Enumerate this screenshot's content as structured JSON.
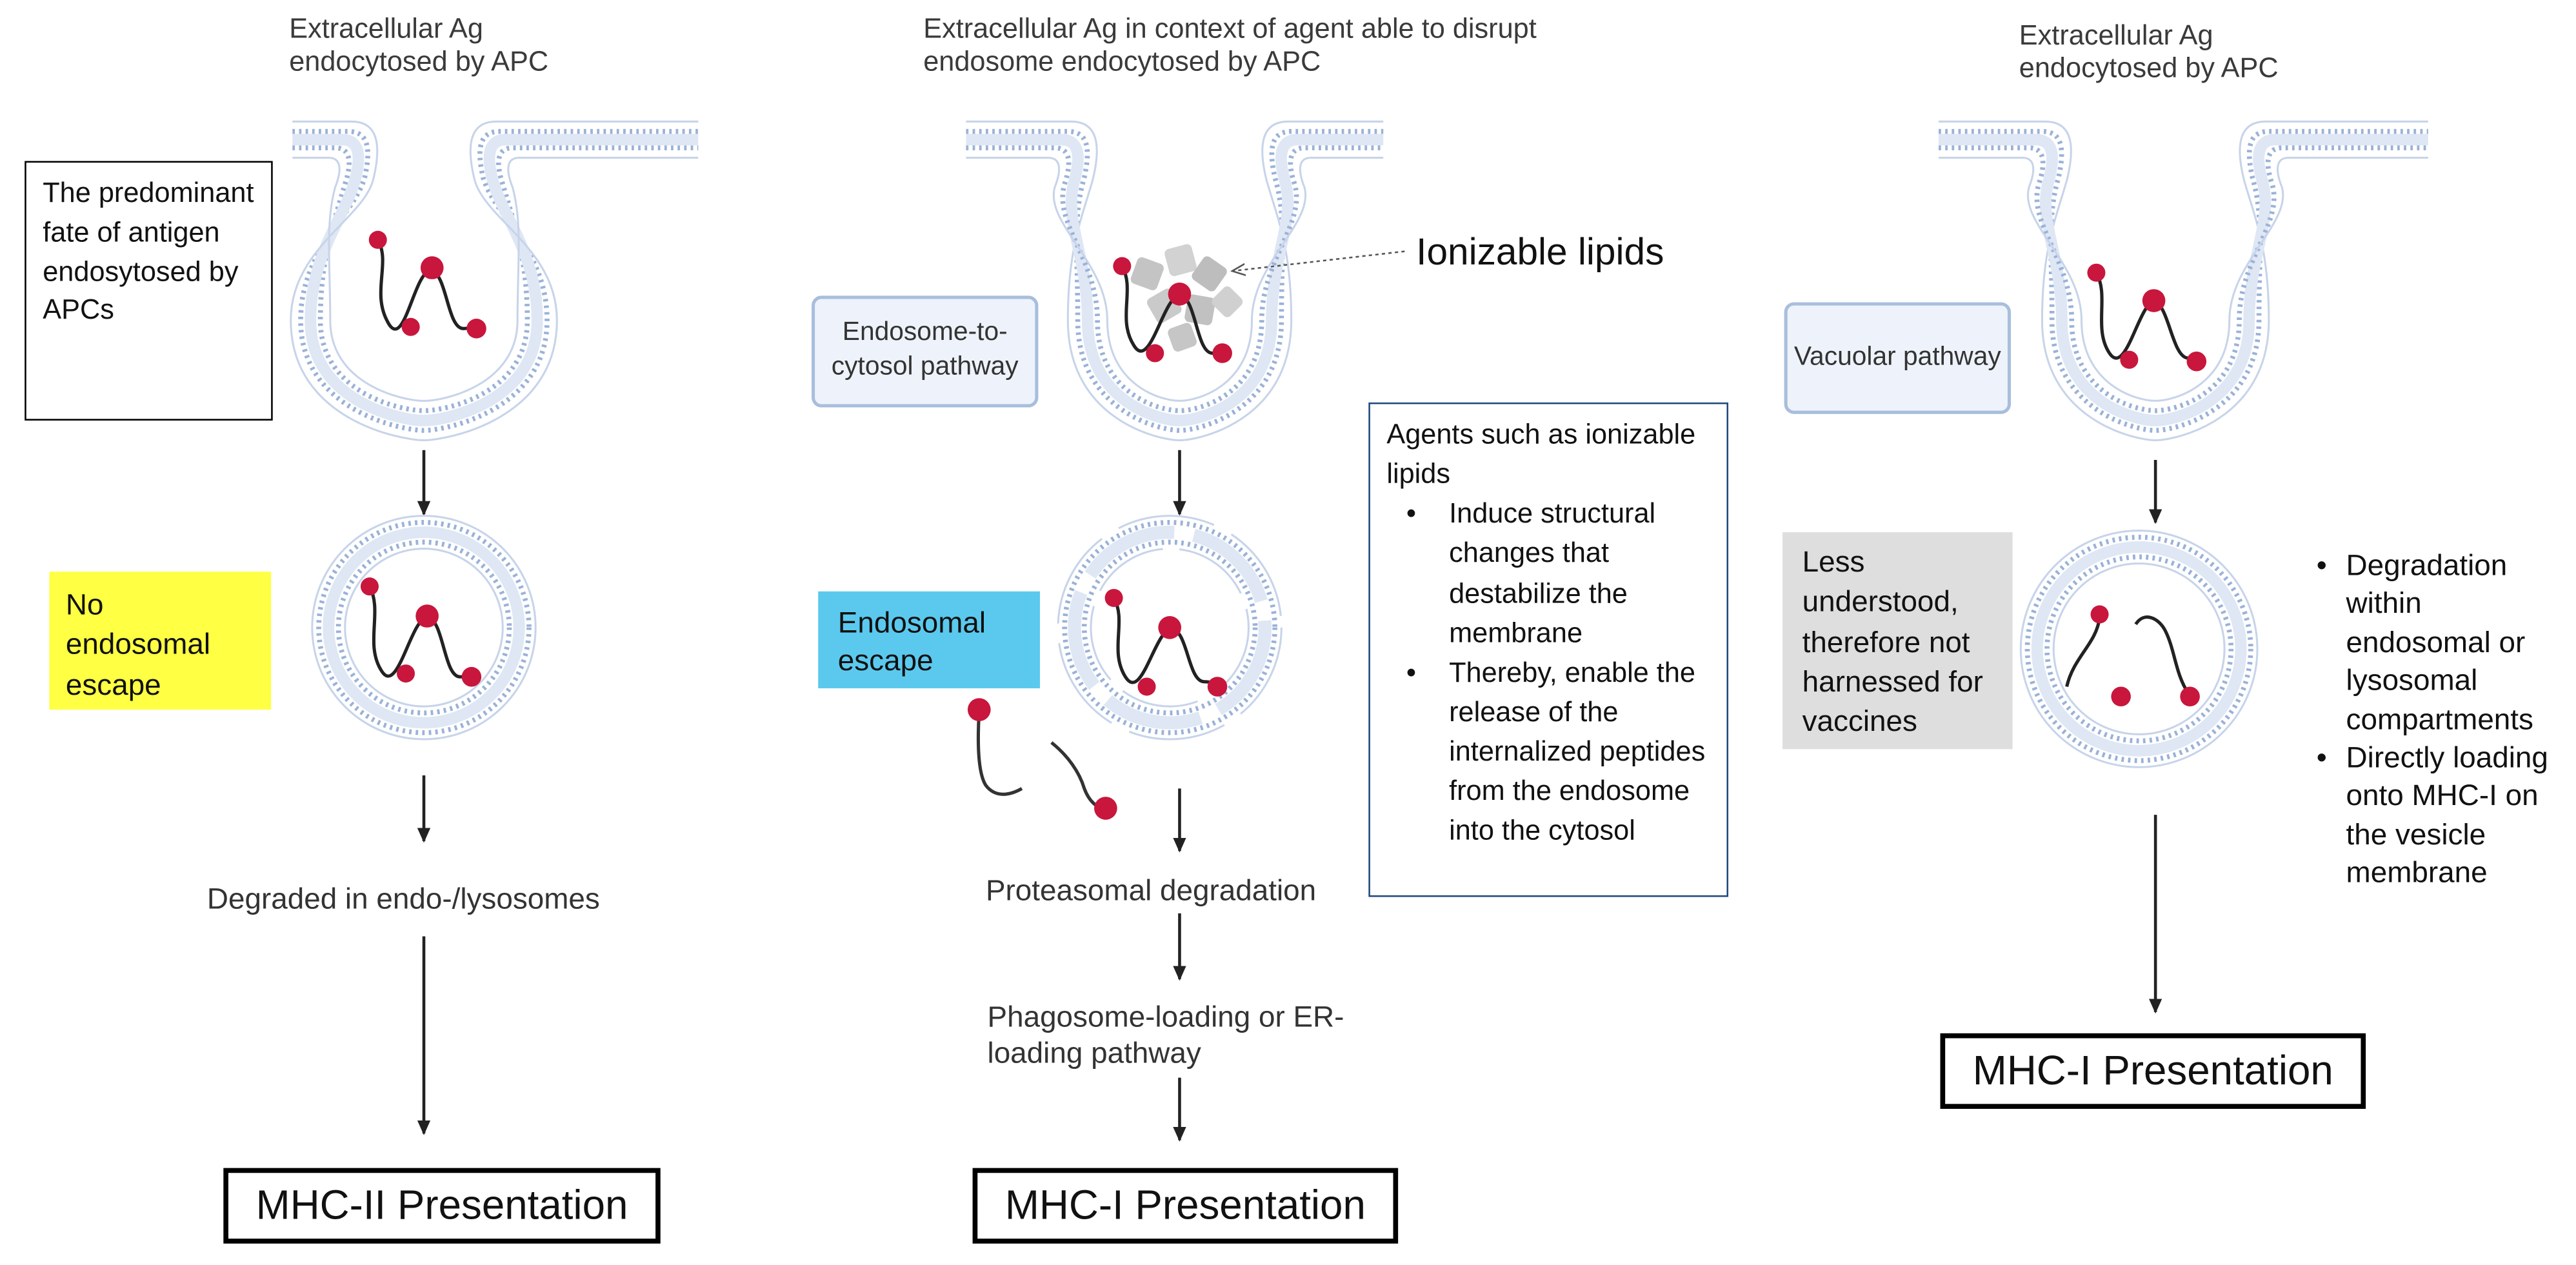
{
  "colors": {
    "membrane": "#aebfdc",
    "head": "#9bb2d8",
    "particle": "#c8163c",
    "lipid": "#c4c4c4",
    "highlight_yellow": "#ffff44",
    "highlight_blue": "#5bc9ee",
    "highlight_grey": "#dedede",
    "pathway_fill": "#eef3fb"
  },
  "panel_left": {
    "header": "Extracellular Ag endocytosed by APC",
    "note": "The predominant fate of antigen endosytosed by APCs",
    "escape_label": "No endosomal escape",
    "step1": "Degraded in endo-/lysosomes",
    "presentation": "MHC-II Presentation"
  },
  "panel_middle": {
    "header": "Extracellular Ag in context of agent able to disrupt endosome endocytosed by APC",
    "pathway_label": "Endosome-to-cytosol pathway",
    "pointer_label": "Ionizable lipids",
    "escape_label": "Endosomal escape",
    "info_box": {
      "intro": "Agents such as ionizable lipids",
      "bullets": [
        "Induce structural changes that destabilize the membrane",
        "Thereby, enable the release of the internalized peptides from the endosome into the cytosol"
      ]
    },
    "step1": "Proteasomal degradation",
    "step2": "Phagosome-loading or ER-loading pathway",
    "presentation": "MHC-I Presentation"
  },
  "panel_right": {
    "header": "Extracellular Ag endocytosed by APC",
    "pathway_label": "Vacuolar pathway",
    "note_label": "Less understood, therefore not harnessed for vaccines",
    "bullets": [
      "Degradation within endosomal or lysosomal compartments",
      "Directly loading onto MHC-I on the vesicle membrane"
    ],
    "presentation": "MHC-I Presentation"
  }
}
